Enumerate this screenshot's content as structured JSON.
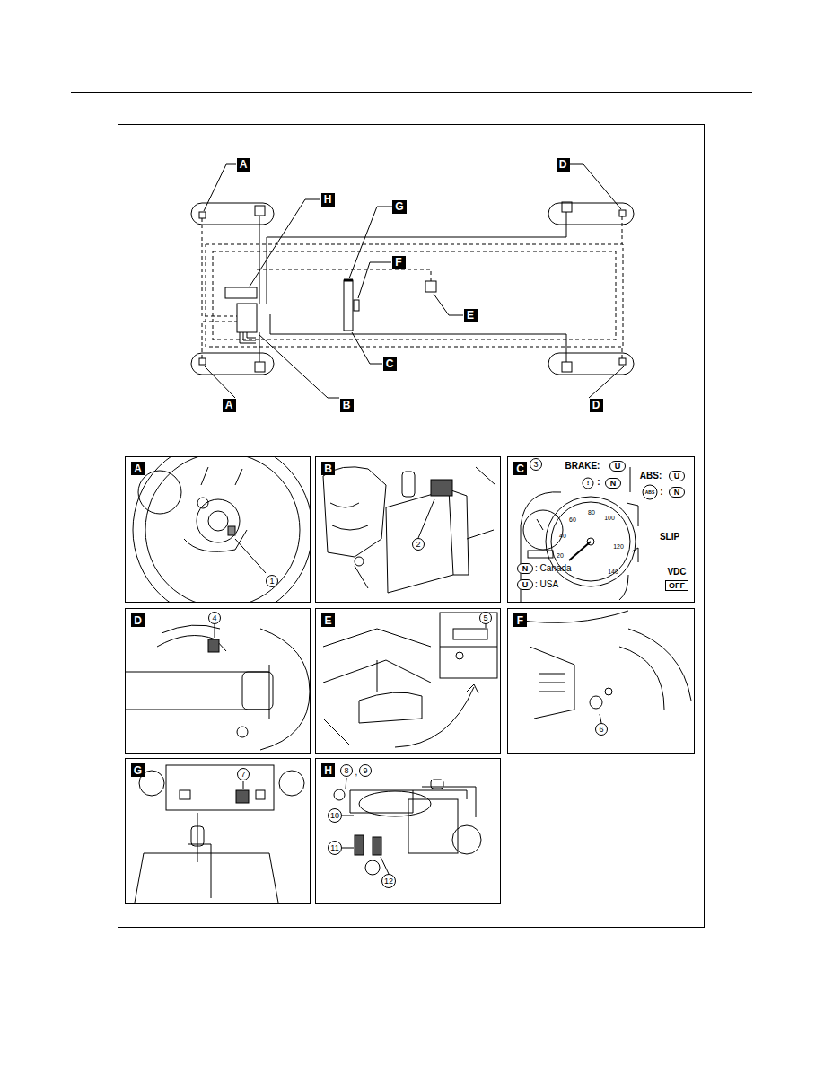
{
  "diagram": {
    "nodes": [
      {
        "text": [
          "A"
        ]
      },
      {
        "text": [
          "D"
        ]
      },
      {
        "text": [
          "H"
        ]
      },
      {
        "text": [
          "G"
        ]
      },
      {
        "text": [
          "F"
        ]
      },
      {
        "text": [
          "E"
        ]
      },
      {
        "text": [
          "C"
        ]
      },
      {
        "text": [
          "A"
        ]
      },
      {
        "text": [
          "B"
        ]
      },
      {
        "text": [
          "D"
        ]
      },
      {
        "text": [
          "A"
        ]
      },
      {
        "text": [
          "1"
        ],
        "in": 10
      },
      {
        "text": [
          "B"
        ]
      },
      {
        "text": [
          "2"
        ],
        "in": 12
      },
      {
        "text": [
          "C"
        ]
      },
      {
        "text": [
          "3"
        ],
        "in": 14
      },
      {
        "text": [
          "U"
        ],
        "in": 14
      },
      {
        "text": [
          "N"
        ],
        "in": 14
      },
      {
        "text": [
          "U"
        ],
        "in": 14
      },
      {
        "text": [
          "N"
        ],
        "in": 14
      },
      {
        "text": [
          "OFF"
        ],
        "in": 14
      },
      {
        "text": [
          "N"
        ],
        "in": 14
      },
      {
        "text": [
          "U"
        ],
        "in": 14
      },
      {
        "text": [
          "D"
        ]
      },
      {
        "text": [
          "4"
        ],
        "in": 23
      },
      {
        "text": [
          "E"
        ]
      },
      {
        "text": [
          "5"
        ],
        "in": 25
      },
      {
        "text": [
          "F"
        ]
      },
      {
        "text": [
          "6"
        ],
        "in": 27
      },
      {
        "text": [
          "G"
        ]
      },
      {
        "text": [
          "7"
        ],
        "in": 29
      },
      {
        "text": [
          "H"
        ]
      },
      {
        "text": [
          "8"
        ],
        "in": 31
      },
      {
        "text": [
          "9"
        ],
        "in": 31
      },
      {
        "text": [
          "10"
        ],
        "in": 31
      },
      {
        "text": [
          "11"
        ],
        "in": 31
      },
      {
        "text": [
          "12"
        ],
        "in": 31
      }
    ],
    "labels": [
      "BRAKE:",
      "!",
      ":",
      "ABS:",
      "ABS",
      ":",
      "SLIP",
      "VDC",
      ": Canada",
      ": USA",
      ",",
      "20",
      "40",
      "60",
      "80",
      "100",
      "120",
      "140"
    ]
  }
}
